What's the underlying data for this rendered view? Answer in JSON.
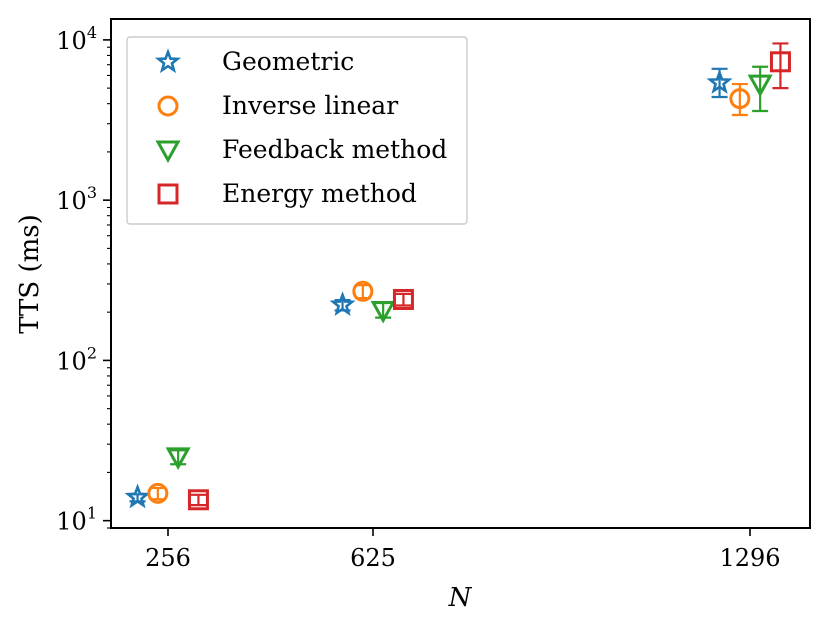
{
  "chart_data": {
    "type": "scatter",
    "title": "",
    "xlabel": "N",
    "ylabel": "TTS (ms)",
    "x_scale": "categorical",
    "y_scale": "log",
    "ylim": [
      9,
      13500
    ],
    "grid": false,
    "legend_position": "top-left",
    "categories": [
      "256",
      "625",
      "1296"
    ],
    "y_ticks": [
      {
        "value": 10,
        "base": "10",
        "exp": "1"
      },
      {
        "value": 100,
        "base": "10",
        "exp": "2"
      },
      {
        "value": 1000,
        "base": "10",
        "exp": "3"
      },
      {
        "value": 10000,
        "base": "10",
        "exp": "4"
      }
    ],
    "series": [
      {
        "name": "Geometric",
        "marker": "star",
        "color": "#1f77b4",
        "offset": -0.27,
        "points": [
          {
            "x": "256",
            "y": 14,
            "err_low": 13.2,
            "err_high": 14.6
          },
          {
            "x": "625",
            "y": 222,
            "err_low": 205,
            "err_high": 238
          },
          {
            "x": "1296",
            "y": 5400,
            "err_low": 4400,
            "err_high": 6600
          }
        ]
      },
      {
        "name": "Inverse linear",
        "marker": "circle",
        "color": "#ff7f0e",
        "offset": -0.09,
        "points": [
          {
            "x": "256",
            "y": 14.8,
            "err_low": 13.6,
            "err_high": 16
          },
          {
            "x": "625",
            "y": 270,
            "err_low": 245,
            "err_high": 295
          },
          {
            "x": "1296",
            "y": 4300,
            "err_low": 3400,
            "err_high": 5300
          }
        ]
      },
      {
        "name": "Feedback method",
        "marker": "triangle-down",
        "color": "#2ca02c",
        "offset": 0.09,
        "points": [
          {
            "x": "256",
            "y": 25,
            "err_low": 22.5,
            "err_high": 27.5
          },
          {
            "x": "625",
            "y": 205,
            "err_low": 185,
            "err_high": 228
          },
          {
            "x": "1296",
            "y": 5300,
            "err_low": 3600,
            "err_high": 6800
          }
        ]
      },
      {
        "name": "Energy method",
        "marker": "square",
        "color": "#d62728",
        "offset": 0.27,
        "points": [
          {
            "x": "256",
            "y": 13.5,
            "err_low": 12.5,
            "err_high": 14.5
          },
          {
            "x": "625",
            "y": 240,
            "err_low": 220,
            "err_high": 260
          },
          {
            "x": "1296",
            "y": 7300,
            "err_low": 5000,
            "err_high": 9500
          }
        ]
      }
    ]
  }
}
